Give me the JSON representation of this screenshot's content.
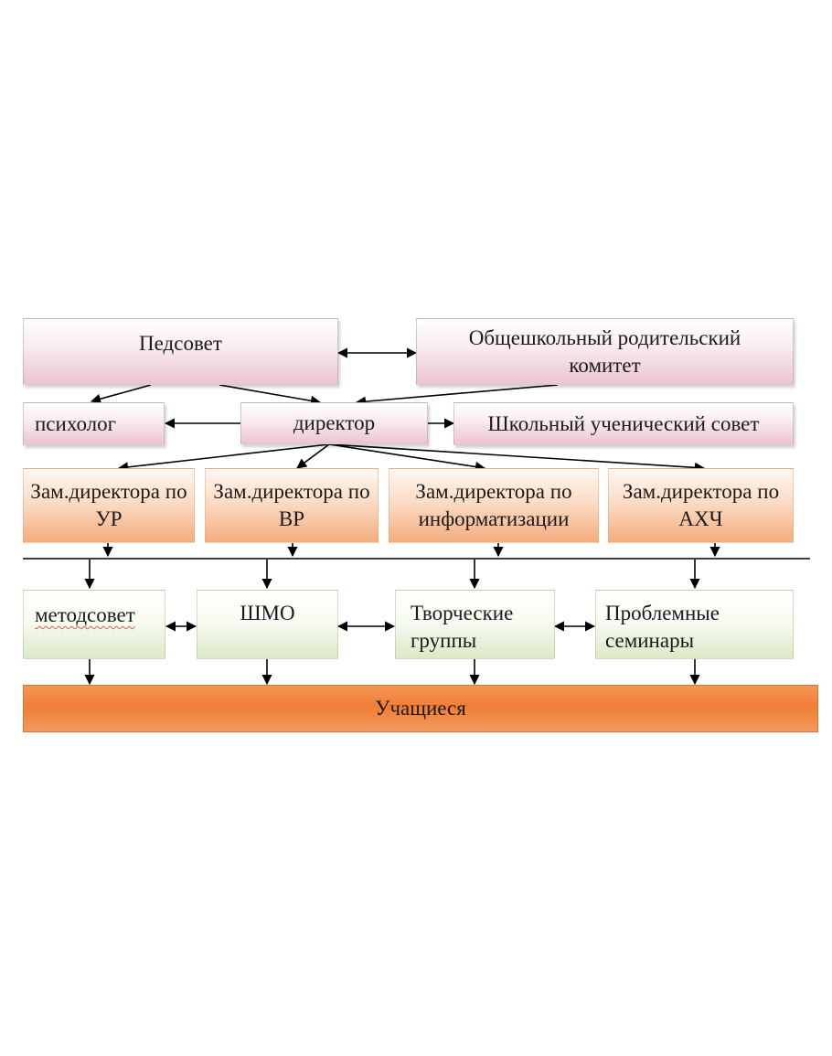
{
  "diagram": {
    "top": {
      "pedsovet": "Педсовет",
      "parent_committee": "Общешкольный родительский комитет"
    },
    "second": {
      "psychologist": "психолог",
      "director": "директор",
      "student_council": "Школьный ученический совет"
    },
    "deputies": {
      "ur": "Зам.директора по УР",
      "vr": "Зам.директора по ВР",
      "info": "Зам.директора по информатизации",
      "ahch": "Зам.директора по АХЧ"
    },
    "groups": {
      "metodsovet": "методсовет",
      "shmo": "ШМО",
      "creative": "Творческие группы",
      "seminars": "Проблемные семинары"
    },
    "students": "Учащиеся"
  }
}
